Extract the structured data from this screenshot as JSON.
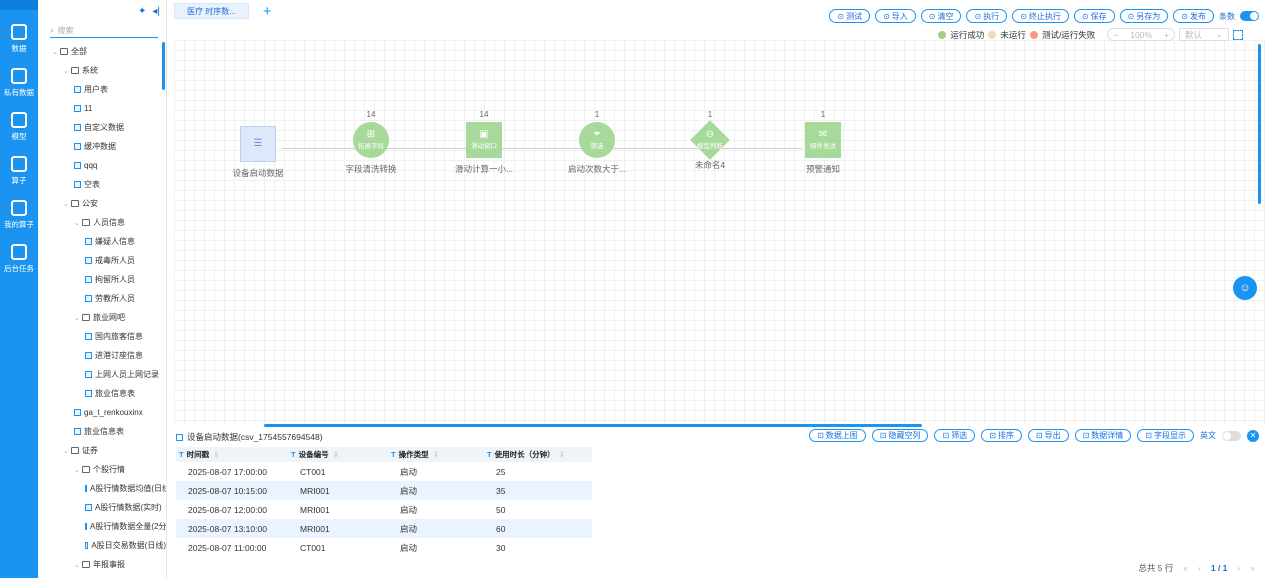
{
  "nav": {
    "items": [
      {
        "label": "数据",
        "icon": "database-icon"
      },
      {
        "label": "私有数据",
        "icon": "private-data-icon"
      },
      {
        "label": "模型",
        "icon": "cube-icon"
      },
      {
        "label": "算子",
        "icon": "operator-icon"
      },
      {
        "label": "我的算子",
        "icon": "my-operator-icon"
      },
      {
        "label": "后台任务",
        "icon": "task-list-icon"
      }
    ]
  },
  "tree": {
    "search_placeholder": "搜索",
    "nodes": [
      {
        "label": "全部",
        "type": "folder",
        "level": 0
      },
      {
        "label": "系统",
        "type": "folder",
        "level": 1
      },
      {
        "label": "用户表",
        "type": "table",
        "level": 2
      },
      {
        "label": "11",
        "type": "table",
        "level": 2
      },
      {
        "label": "自定义数据",
        "type": "table",
        "level": 2
      },
      {
        "label": "缓冲数据",
        "type": "table",
        "level": 2
      },
      {
        "label": "qqq",
        "type": "table",
        "level": 2
      },
      {
        "label": "空表",
        "type": "table",
        "level": 2
      },
      {
        "label": "公安",
        "type": "folder",
        "level": 1
      },
      {
        "label": "人员信息",
        "type": "folder",
        "level": 2
      },
      {
        "label": "嫌疑人信息",
        "type": "table",
        "level": 3
      },
      {
        "label": "戒毒所人员",
        "type": "table",
        "level": 3
      },
      {
        "label": "拘留所人员",
        "type": "table",
        "level": 3
      },
      {
        "label": "劳教所人员",
        "type": "table",
        "level": 3
      },
      {
        "label": "旅业网吧",
        "type": "folder",
        "level": 2
      },
      {
        "label": "国内旅客信息",
        "type": "table",
        "level": 3
      },
      {
        "label": "进港订座信息",
        "type": "table",
        "level": 3
      },
      {
        "label": "上网人员上网记录",
        "type": "table",
        "level": 3
      },
      {
        "label": "旅业信息表",
        "type": "table",
        "level": 3
      },
      {
        "label": "ga_t_renkouxinx",
        "type": "table",
        "level": 2
      },
      {
        "label": "旅业信息表",
        "type": "table",
        "level": 2
      },
      {
        "label": "证券",
        "type": "folder",
        "level": 1
      },
      {
        "label": "个股行情",
        "type": "folder",
        "level": 2
      },
      {
        "label": "A股行情数据均值(日线)",
        "type": "table",
        "level": 3
      },
      {
        "label": "A股行情数据(实时)",
        "type": "table",
        "level": 3
      },
      {
        "label": "A股行情数据全量(2分",
        "type": "table",
        "level": 3
      },
      {
        "label": "A股日交易数据(日线)",
        "type": "table",
        "level": 3
      },
      {
        "label": "年报事报",
        "type": "folder",
        "level": 2
      }
    ]
  },
  "tabs": [
    {
      "label": "医疗 时序数..."
    }
  ],
  "toolbar": {
    "buttons": [
      {
        "label": "测试",
        "icon": "play-icon"
      },
      {
        "label": "导入",
        "icon": "import-icon"
      },
      {
        "label": "清空",
        "icon": "trash-icon"
      },
      {
        "label": "执行",
        "icon": "run-icon"
      },
      {
        "label": "终止执行",
        "icon": "stop-icon"
      },
      {
        "label": "保存",
        "icon": "save-icon"
      },
      {
        "label": "另存为",
        "icon": "save-as-icon"
      },
      {
        "label": "发布",
        "icon": "publish-icon"
      }
    ],
    "count_label": "条数"
  },
  "legend": {
    "success": "运行成功",
    "not_run": "未运行",
    "failed": "测试/运行失败",
    "colors": {
      "success": "#9bd18b",
      "not_run": "#f0dcc0",
      "failed": "#f59a8f"
    },
    "zoom": "100%",
    "default_option": "默认"
  },
  "flow": {
    "nodes": [
      {
        "count": "",
        "inner": "",
        "name": "设备启动数据",
        "shape": "src",
        "glyph": "☰"
      },
      {
        "count": "14",
        "inner": "拓展字段",
        "name": "字段清洗转换",
        "shape": "ci",
        "glyph": "⊞"
      },
      {
        "count": "14",
        "inner": "滑动窗口",
        "name": "滑动计算一小...",
        "shape": "sq",
        "glyph": "▣"
      },
      {
        "count": "1",
        "inner": "筛选",
        "name": "启动次数大于...",
        "shape": "ci",
        "glyph": "⏷"
      },
      {
        "count": "1",
        "inner": "模型判断",
        "name": "未命名4",
        "shape": "dia",
        "glyph": "⊖"
      },
      {
        "count": "1",
        "inner": "邮件发送",
        "name": "预警通知",
        "shape": "sq",
        "glyph": "✉"
      }
    ]
  },
  "bottom": {
    "dataset_title": "设备启动数据(csv_1754557694548)",
    "tools": [
      {
        "label": "数据上图"
      },
      {
        "label": "隐藏空列"
      },
      {
        "label": "筛选"
      },
      {
        "label": "排序"
      },
      {
        "label": "导出"
      },
      {
        "label": "数据详情"
      },
      {
        "label": "字段显示"
      }
    ],
    "lang_label": "英文",
    "columns": [
      "时间戳",
      "设备编号",
      "操作类型",
      "使用时长（分钟）"
    ],
    "rows": [
      [
        "2025-08-07 17:00:00",
        "CT001",
        "启动",
        "25"
      ],
      [
        "2025-08-07 10:15:00",
        "MRI001",
        "启动",
        "35"
      ],
      [
        "2025-08-07 12:00:00",
        "MRI001",
        "启动",
        "50"
      ],
      [
        "2025-08-07 13:10:00",
        "MRI001",
        "启动",
        "60"
      ],
      [
        "2025-08-07 11:00:00",
        "CT001",
        "启动",
        "30"
      ]
    ],
    "total": "总共 5 行",
    "page": "1 / 1"
  }
}
